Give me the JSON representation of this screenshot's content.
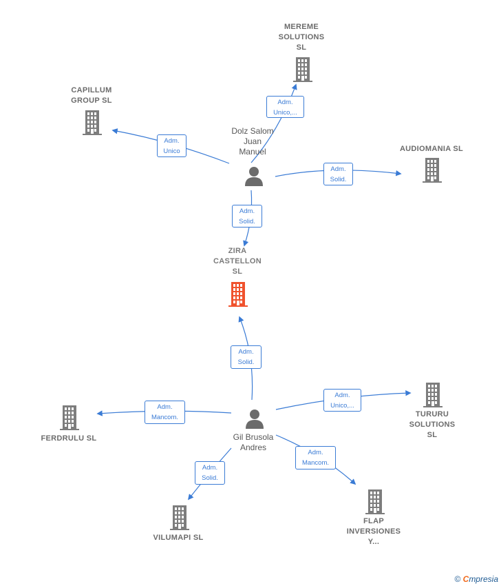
{
  "colors": {
    "edge": "#3a7bd5",
    "company": "#7d7d7d",
    "focus": "#f0522d",
    "person": "#6b6b6b"
  },
  "companies": [
    {
      "id": "mereme",
      "label": "MEREME\nSOLUTIONS\nSL"
    },
    {
      "id": "capillum",
      "label": "CAPILLUM\nGROUP SL"
    },
    {
      "id": "audiomania",
      "label": "AUDIOMANIA SL"
    },
    {
      "id": "zira",
      "label": "ZIRA\nCASTELLON\nSL",
      "focus": true
    },
    {
      "id": "tururu",
      "label": "TURURU\nSOLUTIONS\nSL"
    },
    {
      "id": "ferdrulu",
      "label": "FERDRULU SL"
    },
    {
      "id": "vilumapi",
      "label": "VILUMAPI SL"
    },
    {
      "id": "flap",
      "label": "FLAP\nINVERSIONES\nY..."
    }
  ],
  "persons": [
    {
      "id": "dolz",
      "label": "Dolz Salom\nJuan\nManuel"
    },
    {
      "id": "gil",
      "label": "Gil Brusola\nAndres"
    }
  ],
  "edges": [
    {
      "id": "dolz-mereme",
      "label": "Adm.\nUnico,..."
    },
    {
      "id": "dolz-capillum",
      "label": "Adm.\nUnico"
    },
    {
      "id": "dolz-audiomania",
      "label": "Adm.\nSolid."
    },
    {
      "id": "dolz-zira",
      "label": "Adm.\nSolid."
    },
    {
      "id": "gil-zira",
      "label": "Adm.\nSolid."
    },
    {
      "id": "gil-ferdrulu",
      "label": "Adm.\nMancom."
    },
    {
      "id": "gil-tururu",
      "label": "Adm.\nUnico,..."
    },
    {
      "id": "gil-vilumapi",
      "label": "Adm.\nSolid."
    },
    {
      "id": "gil-flap",
      "label": "Adm.\nMancom."
    }
  ],
  "footer": {
    "copyright": "©",
    "brand_first": "C",
    "brand_rest": "mpresia"
  }
}
